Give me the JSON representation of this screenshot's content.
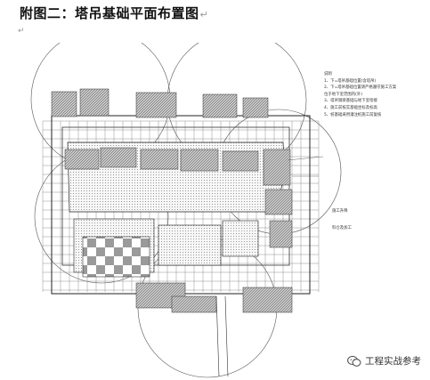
{
  "document": {
    "title": "附图二：塔吊基础平面布置图",
    "paragraph_mark": "↵",
    "blank_line_mark": "↵"
  },
  "drawing": {
    "notes": {
      "heading": "说明",
      "lines": [
        "1、下=塔吊基础位置(含塔吊)",
        "2、下=塔吊基础位置请严格遵守施工方案",
        "位于地下室范围内(外)",
        "3、塔吊钢梁基础与地下室衔接",
        "4、施工前核实基础坐标及标高",
        "5、桩基础采用灌注桩施工前复核"
      ]
    },
    "side_labels": [
      "施工升降",
      "料仓及加工"
    ]
  },
  "watermark": {
    "icon": "wechat-official-account-icon",
    "text": "工程实战参考"
  }
}
